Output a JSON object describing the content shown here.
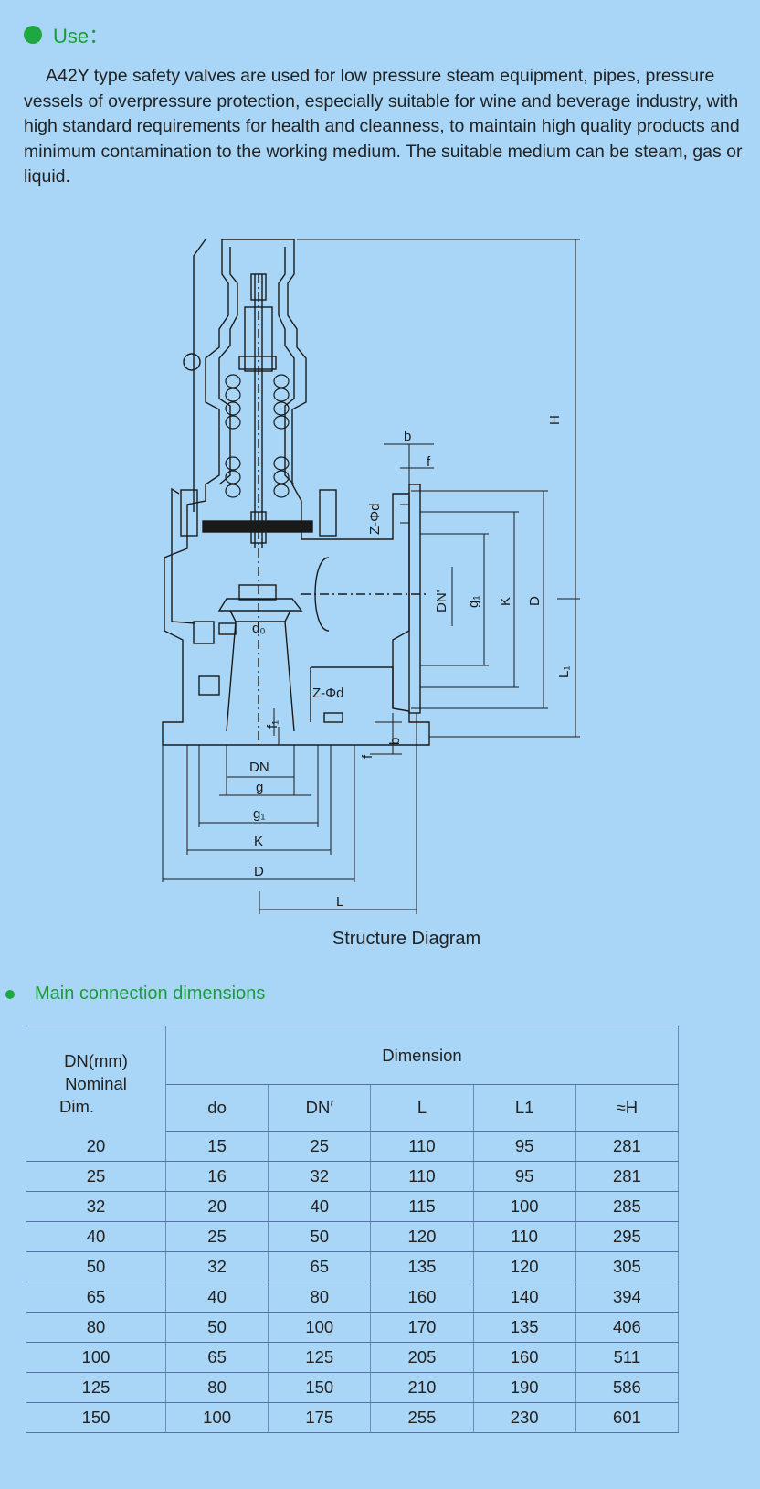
{
  "use_section": {
    "title": "Use：",
    "paragraph": "A42Y type safety valves are used for low pressure steam equipment, pipes, pressure vessels of overpressure protection, especially suitable for wine and beverage industry, with high standard requirements for health and cleanness, to maintain high quality products and minimum contamination to the working medium. The suitable medium can be steam, gas or liquid."
  },
  "diagram": {
    "caption": "Structure Diagram",
    "labels": {
      "H": "H",
      "L1": "L₁",
      "b_top": "b",
      "f_top": "f",
      "zphid_top": "Z-Φd",
      "dn_prime": "DN'",
      "g1_side": "g₁",
      "k_side": "K",
      "d_side": "D",
      "do": "d₀",
      "zphid_bottom": "Z-Φd",
      "f1": "f₁",
      "b_bottom": "b",
      "f_bottom": "f",
      "dn": "DN",
      "g": "g",
      "g1": "g₁",
      "k": "K",
      "d": "D",
      "l": "L"
    }
  },
  "dimensions_section": {
    "title": "Main connection dimensions",
    "header_nominal": [
      "DN(mm)",
      "Nominal",
      "Dim."
    ],
    "header_dimension": "Dimension",
    "columns": [
      "do",
      "DN′",
      "L",
      "L1",
      "≈H"
    ],
    "rows": [
      [
        "20",
        "15",
        "25",
        "110",
        "95",
        "281"
      ],
      [
        "25",
        "16",
        "32",
        "110",
        "95",
        "281"
      ],
      [
        "32",
        "20",
        "40",
        "115",
        "100",
        "285"
      ],
      [
        "40",
        "25",
        "50",
        "120",
        "110",
        "295"
      ],
      [
        "50",
        "32",
        "65",
        "135",
        "120",
        "305"
      ],
      [
        "65",
        "40",
        "80",
        "160",
        "140",
        "394"
      ],
      [
        "80",
        "50",
        "100",
        "170",
        "135",
        "406"
      ],
      [
        "100",
        "65",
        "125",
        "205",
        "160",
        "511"
      ],
      [
        "125",
        "80",
        "150",
        "210",
        "190",
        "586"
      ],
      [
        "150",
        "100",
        "175",
        "255",
        "230",
        "601"
      ]
    ]
  },
  "colors": {
    "background": "#a9d6f7",
    "accent": "#1fa842",
    "heading": "#1a9c3c",
    "grid": "#5670a8"
  }
}
